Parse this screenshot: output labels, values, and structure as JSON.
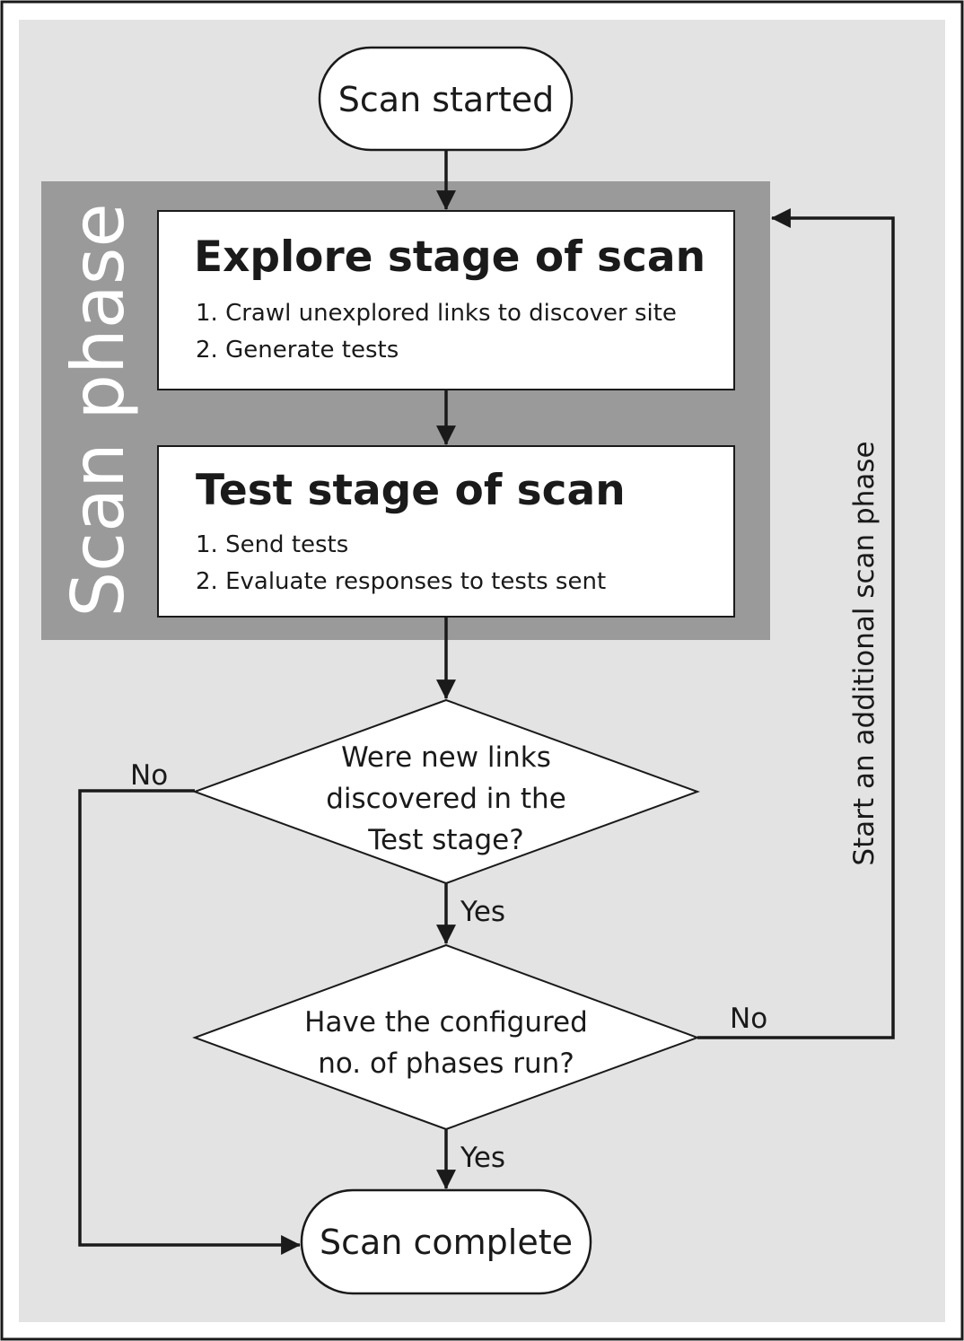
{
  "start": {
    "label": "Scan started"
  },
  "phase": {
    "label": "Scan phase"
  },
  "explore": {
    "title": "Explore stage of scan",
    "items": [
      "1. Crawl unexplored links to discover site",
      "2. Generate tests"
    ]
  },
  "test": {
    "title": "Test stage of scan",
    "items": [
      "1. Send tests",
      "2. Evaluate responses to tests sent"
    ]
  },
  "decision1": {
    "lines": [
      "Were new links",
      "discovered in the",
      "Test stage?"
    ],
    "yes": "Yes",
    "no": "No"
  },
  "decision2": {
    "lines": [
      "Have the configured",
      "no. of phases run?"
    ],
    "yes": "Yes",
    "no": "No"
  },
  "loop": {
    "label": "Start an additional scan phase"
  },
  "end": {
    "label": "Scan complete"
  },
  "colors": {
    "background": "#e3e3e3",
    "phase_band": "#9a9a9a",
    "phase_text": "#ffffff",
    "box_fill": "#ffffff",
    "stroke": "#1a1a1a"
  }
}
